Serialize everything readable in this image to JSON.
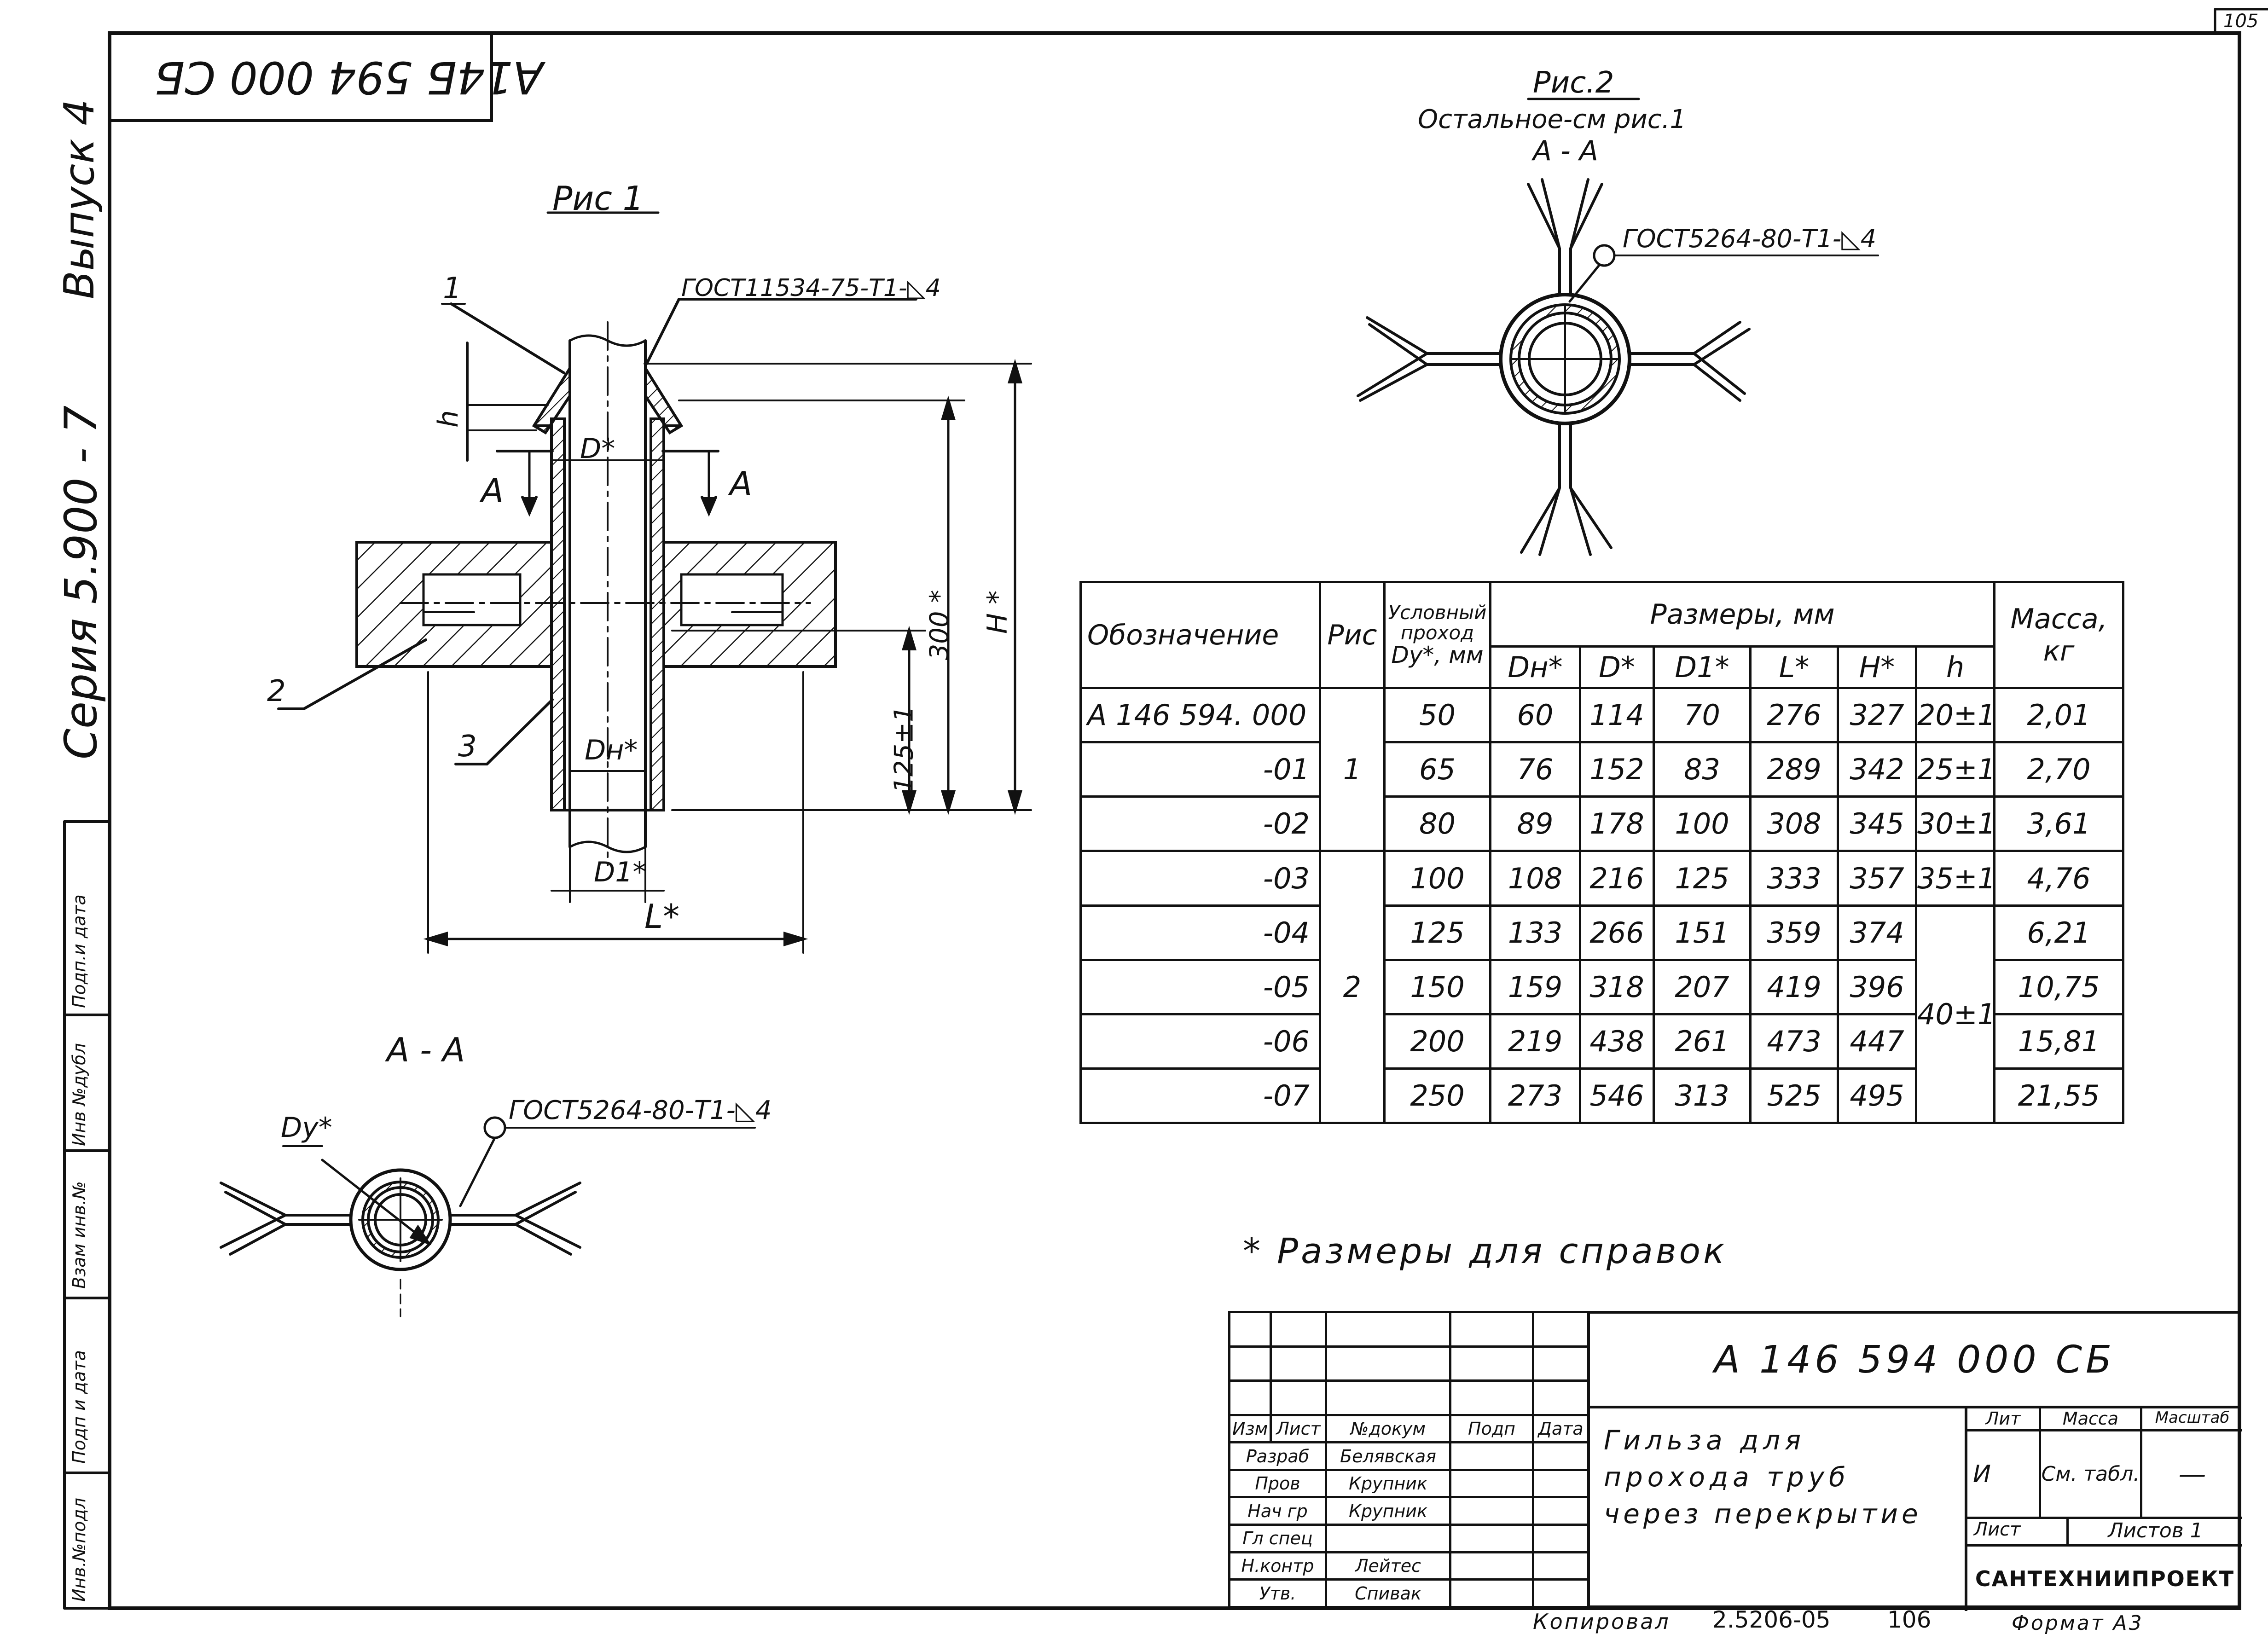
{
  "header": {
    "sheet_number": "105",
    "top_code_mirrored": "А14Б 594 000 СБ",
    "series": "Серия 5.900 - 7",
    "issue": "Выпуск 4"
  },
  "side_stamp": [
    "Инв.№подл",
    "Подп и дата",
    "Взам инв.№",
    "Инв №дубл",
    "Подп.и дата"
  ],
  "fig1": {
    "title": "Рис 1",
    "weld_note": "ГОСТ11534-75-Т1-◺4",
    "labels": {
      "pos1": "1",
      "pos2": "2",
      "pos3": "3",
      "h": "h",
      "A_left": "А",
      "A_right": "А",
      "D": "D*",
      "Dn": "Dн*",
      "D1": "D1*",
      "L": "L*",
      "dim125": "125±1",
      "dim300": "300 *",
      "H": "H *"
    }
  },
  "section_aa_1": {
    "title": "А - А",
    "dy": "Dу*",
    "weld_note": "ГОСТ5264-80-Т1-◺4"
  },
  "fig2": {
    "title": "Рис.2",
    "note": "Остальное-см рис.1",
    "section": "А - А",
    "weld_note": "ГОСТ5264-80-Т1-◺4"
  },
  "table": {
    "headers": {
      "designation": "Обозначение",
      "fig": "Рис",
      "dy": [
        "Условный",
        "проход",
        "Dу*, мм"
      ],
      "sizes": "Размеры, мм",
      "mass": [
        "Масса,",
        "кг"
      ],
      "cols": [
        "Dн*",
        "D*",
        "D1*",
        "L*",
        "H*",
        "h"
      ]
    },
    "rows": [
      {
        "designation": "А 146 594. 000",
        "dy": "50",
        "dn": "60",
        "d": "114",
        "d1": "70",
        "l": "276",
        "h_": "327",
        "h": "20±1",
        "mass": "2,01"
      },
      {
        "designation": "-01",
        "dy": "65",
        "dn": "76",
        "d": "152",
        "d1": "83",
        "l": "289",
        "h_": "342",
        "h": "25±1",
        "mass": "2,70"
      },
      {
        "designation": "-02",
        "dy": "80",
        "dn": "89",
        "d": "178",
        "d1": "100",
        "l": "308",
        "h_": "345",
        "h": "30±1",
        "mass": "3,61"
      },
      {
        "designation": "-03",
        "dy": "100",
        "dn": "108",
        "d": "216",
        "d1": "125",
        "l": "333",
        "h_": "357",
        "h": "35±1",
        "mass": "4,76"
      },
      {
        "designation": "-04",
        "dy": "125",
        "dn": "133",
        "d": "266",
        "d1": "151",
        "l": "359",
        "h_": "374",
        "h": "",
        "mass": "6,21"
      },
      {
        "designation": "-05",
        "dy": "150",
        "dn": "159",
        "d": "318",
        "d1": "207",
        "l": "419",
        "h_": "396",
        "h": "40±1",
        "mass": "10,75"
      },
      {
        "designation": "-06",
        "dy": "200",
        "dn": "219",
        "d": "438",
        "d1": "261",
        "l": "473",
        "h_": "447",
        "h": "",
        "mass": "15,81"
      },
      {
        "designation": "-07",
        "dy": "250",
        "dn": "273",
        "d": "546",
        "d1": "313",
        "l": "525",
        "h_": "495",
        "h": "",
        "mass": "21,55"
      }
    ],
    "fig_group1": "1",
    "fig_group2": "2"
  },
  "footnote": "* Размеры для справок",
  "title_block": {
    "code": "А 146 594 000 СБ",
    "name": [
      "Гильза для",
      "прохода труб",
      "через перекрытие"
    ],
    "col_headers": [
      "Изм",
      "Лист",
      "№докум",
      "Подп",
      "Дата"
    ],
    "signatures": [
      {
        "role": "Разраб",
        "name": "Белявская"
      },
      {
        "role": "Пров",
        "name": "Крупник"
      },
      {
        "role": "Нач гр",
        "name": "Крупник"
      },
      {
        "role": "Гл спец",
        "name": ""
      },
      {
        "role": "Н.контр",
        "name": "Лейтес"
      },
      {
        "role": "Утв.",
        "name": "Спивак"
      }
    ],
    "lit_label": "Лит",
    "mass_label": "Масса",
    "scale_label": "Масштаб",
    "lit_value": "И",
    "mass_value": "См. табл.",
    "scale_value": "—",
    "sheet_label": "Лист",
    "sheets_label": "Листов 1",
    "organization": "САНТЕХНИИПРОЕКТ"
  },
  "footer": {
    "copied": "Копировал",
    "number": "2.5206-05",
    "page": "106",
    "format": "Формат А3"
  }
}
